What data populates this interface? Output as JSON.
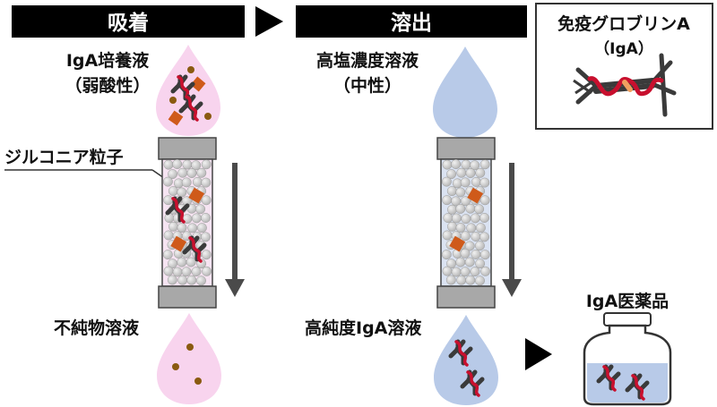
{
  "steps": {
    "adsorption": "吸着",
    "elution": "溶出"
  },
  "inputs": {
    "culture_medium": "IgA培養液",
    "culture_medium_condition": "（弱酸性）",
    "high_salt_solution": "高塩濃度溶液",
    "high_salt_condition": "（中性）"
  },
  "column": {
    "particle_label": "ジルコニア粒子"
  },
  "outputs": {
    "impurity_solution": "不純物溶液",
    "high_purity_solution": "高純度IgA溶液",
    "medicine": "IgA医薬品"
  },
  "legend": {
    "title": "免疫グロブリンA",
    "abbrev": "（IgA）"
  },
  "colors": {
    "header_bar": "#000000",
    "pink_drop": "#f8d4ee",
    "blue_drop": "#b8cae8",
    "particle": "#d6d6d6",
    "cap": "#a0a0a0",
    "antibody": "#3a3a3a",
    "antibody_chain": "#c8102e",
    "impurity_square": "#cf5a1a",
    "impurity_dot": "#8a5a10",
    "flow_arrow": "#4a4a4a",
    "bottle_liquid": "#b8cae8"
  }
}
